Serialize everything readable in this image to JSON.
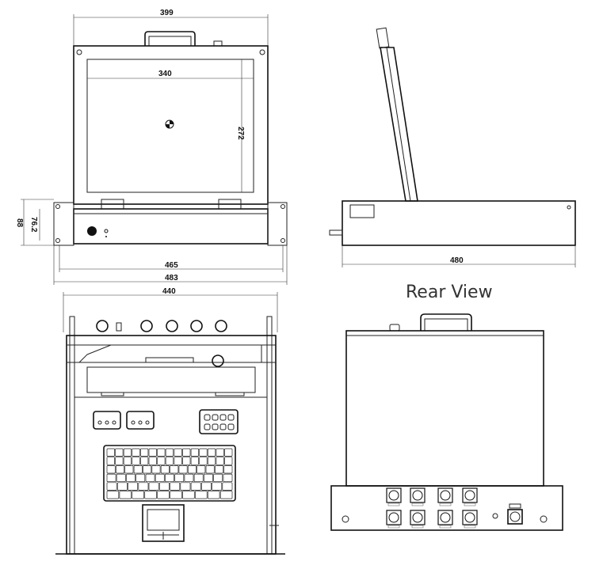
{
  "dimensions": {
    "front_total_width": "399",
    "screen_width": "340",
    "screen_height": "272",
    "panel_height": "88",
    "chassis_height": "76.2",
    "inner_width": "465",
    "rack_width": "483",
    "side_depth": "480",
    "top_width": "440"
  },
  "labels": {
    "rear_view": "Rear View"
  },
  "colors": {
    "line": "#222222",
    "background": "#ffffff"
  },
  "icons": {
    "front_power": "power-button-icon",
    "front_center_mark": "crosshair-icon"
  }
}
